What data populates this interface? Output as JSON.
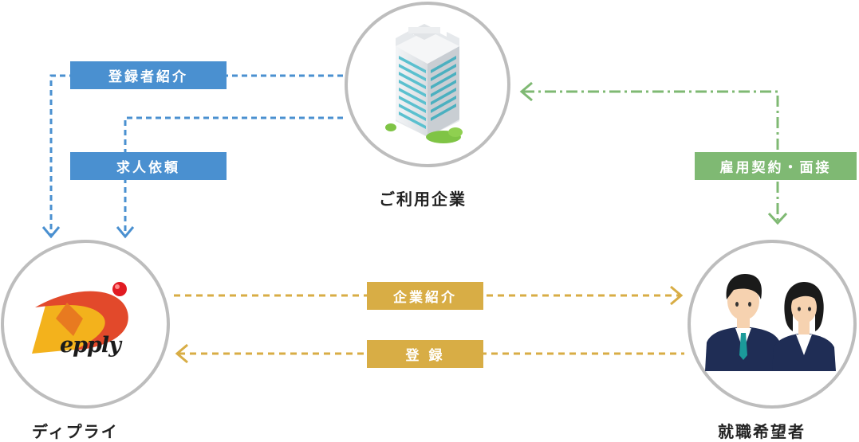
{
  "nodes": {
    "company": {
      "label": "ご利用企業"
    },
    "epply": {
      "label": "ディプライ",
      "logo_text": "epply"
    },
    "jobseekers": {
      "label": "就職希望者"
    }
  },
  "edges": {
    "registrant_intro": {
      "label": "登録者紹介"
    },
    "job_request": {
      "label": "求人依頼"
    },
    "employment": {
      "label": "雇用契約・面接"
    },
    "company_intro": {
      "label": "企業紹介"
    },
    "registration": {
      "label": "登 録"
    }
  },
  "colors": {
    "blue": "#4a90d0",
    "green": "#7fb973",
    "gold": "#d8ad45",
    "circle_border": "#bdbdbd"
  }
}
